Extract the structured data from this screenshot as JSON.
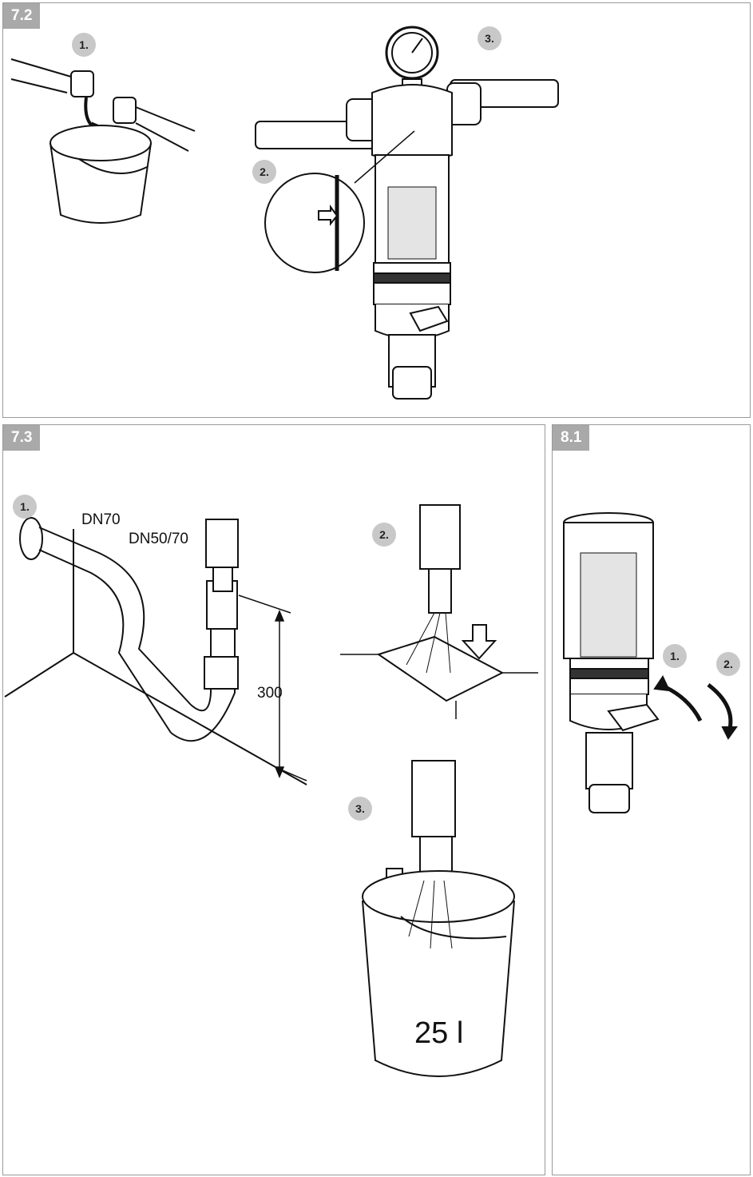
{
  "panels": {
    "p72": {
      "tag": "7.2",
      "steps": [
        "1.",
        "2.",
        "3."
      ]
    },
    "p73": {
      "tag": "7.3",
      "steps": [
        "1.",
        "2.",
        "3."
      ],
      "labels": {
        "pipe_large": "DN70",
        "pipe_small": "DN50/70",
        "height": "300",
        "bucket": "25 l"
      }
    },
    "p81": {
      "tag": "8.1",
      "steps": [
        "1.",
        "2."
      ]
    }
  },
  "colors": {
    "frame": "#9a9a9a",
    "tag_bg": "#a9a9a9",
    "step_bg": "#c8c8c8",
    "ink": "#111111"
  }
}
